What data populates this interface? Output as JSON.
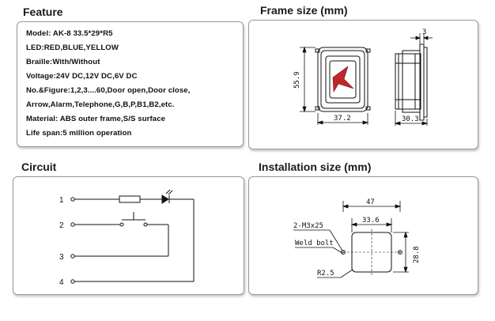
{
  "sections": {
    "feature": "Feature",
    "frame": "Frame size (mm)",
    "circuit": "Circuit",
    "installation": "Installation size (mm)"
  },
  "features": [
    "Model: AK-8    33.5*29*R5",
    "LED:RED,BLUE,YELLOW",
    "Braille:With/Without",
    "Voltage:24V DC,12V DC,6V DC",
    "No.&Figure:1,2,3....60,Door open,Door close,",
    "Arrow,Alarm,Telephone,G,B,P,B1,B2,etc.",
    "Material: ABS outer frame,S/S surface",
    "Life span:5 million operation"
  ],
  "frame_dims": {
    "height": "55.9",
    "width": "37.2",
    "depth": "30.3",
    "lip": "3"
  },
  "circuit_pins": [
    "1",
    "2",
    "3",
    "4"
  ],
  "install": {
    "outer": "47",
    "inner": "33.6",
    "height": "28.8",
    "screw": "2-M3x25",
    "bolt": "Weld bolt",
    "radius": "R2.5"
  }
}
